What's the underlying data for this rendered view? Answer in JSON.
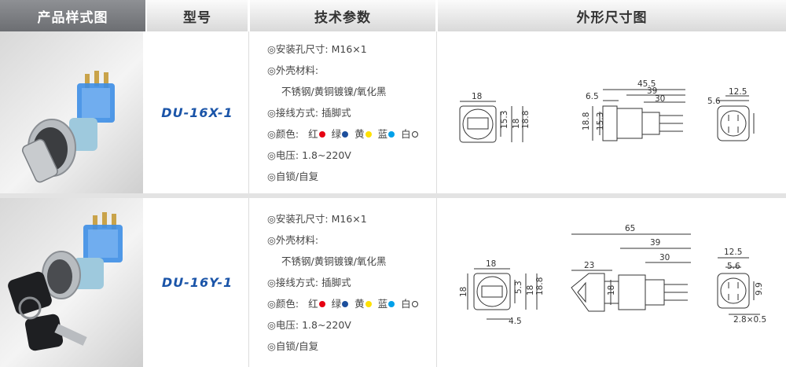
{
  "header": {
    "col_product": "产品样式图",
    "col_model": "型号",
    "col_params": "技术参数",
    "col_dimensions": "外形尺寸图"
  },
  "colors": {
    "header_dark": "#7d7f83",
    "model_text": "#1a54a8",
    "red": "#e60012",
    "green": "#1d4f9c",
    "yellow": "#ffe100",
    "blue": "#00a0e9"
  },
  "products": [
    {
      "model": "DU-16X-1",
      "params": {
        "hole": "◎安装孔尺寸: M16×1",
        "housing_label": "◎外壳材料:",
        "housing_value": "不锈钢/黄铜镀镍/氧化黑",
        "terminal": "◎接线方式: 插脚式",
        "color_label": "◎颜色:",
        "colors": [
          "红",
          "绿",
          "黄",
          "蓝",
          "白"
        ],
        "voltage": "◎电压: 1.8~220V",
        "function": "◎自锁/自复"
      },
      "dims": {
        "front_w": "18",
        "front_h1": "15.3",
        "front_h2": "18",
        "front_h3": "18.8",
        "side_total": "45.5",
        "side_39": "39",
        "side_30": "30",
        "side_65": "6.5",
        "side_h1": "18.8",
        "side_h2": "15.3",
        "rear_w": "12.5",
        "rear_56": "5.6"
      }
    },
    {
      "model": "DU-16Y-1",
      "params": {
        "hole": "◎安装孔尺寸: M16×1",
        "housing_label": "◎外壳材料:",
        "housing_value": "不锈钢/黄铜镀镍/氧化黑",
        "terminal": "◎接线方式: 插脚式",
        "color_label": "◎颜色:",
        "colors": [
          "红",
          "绿",
          "黄",
          "蓝",
          "白"
        ],
        "voltage": "◎电压: 1.8~220V",
        "function": "◎自锁/自复"
      },
      "dims": {
        "front_w": "18",
        "front_h_left": "18",
        "front_h1": "5.3",
        "front_h2": "18",
        "front_h3": "18.8",
        "front_bottom": "4.5",
        "side_total": "65",
        "side_39": "39",
        "side_30": "30",
        "side_23": "23",
        "side_h": "18",
        "rear_w": "12.5",
        "rear_56": "5.6",
        "rear_h": "9.9",
        "rear_bottom": "2.8×0.5"
      }
    }
  ]
}
